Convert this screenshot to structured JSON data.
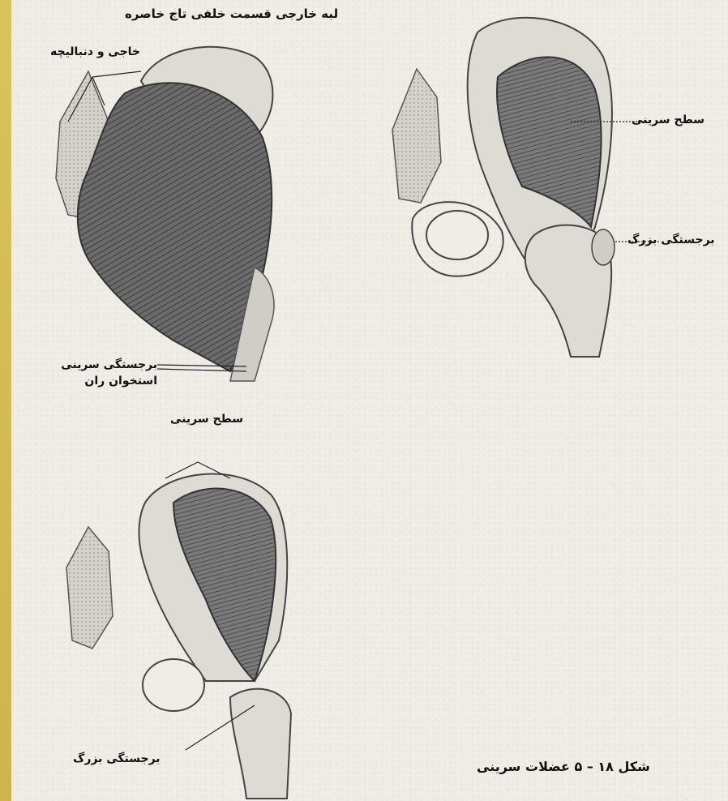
{
  "labels": {
    "top_left_title": "لبه خارجی قسمت خلفی تاج خاصره",
    "sacrum_coccyx": "خاجی و دنبالیچه",
    "femur_gluteal_line": "برجستگی سرینی",
    "femur_gluteal_line_2": "استخوان ران",
    "gluteal_surface_left": "سطح سرینی",
    "gluteal_surface_right": "سطح سرینی",
    "greater_trochanter_right": "برجستگی بزرگ",
    "greater_trochanter_bottom": "برجستگی بزرگ",
    "caption": "شکل ۱۸ – ۵ عضلات سرینی"
  },
  "colors": {
    "border": "#d6c15a",
    "paper": "#efede6",
    "bone": "#dcdad3",
    "muscle_dark": "#5a5a5a",
    "muscle_mid": "#8a8a8a",
    "ink": "#111111"
  }
}
